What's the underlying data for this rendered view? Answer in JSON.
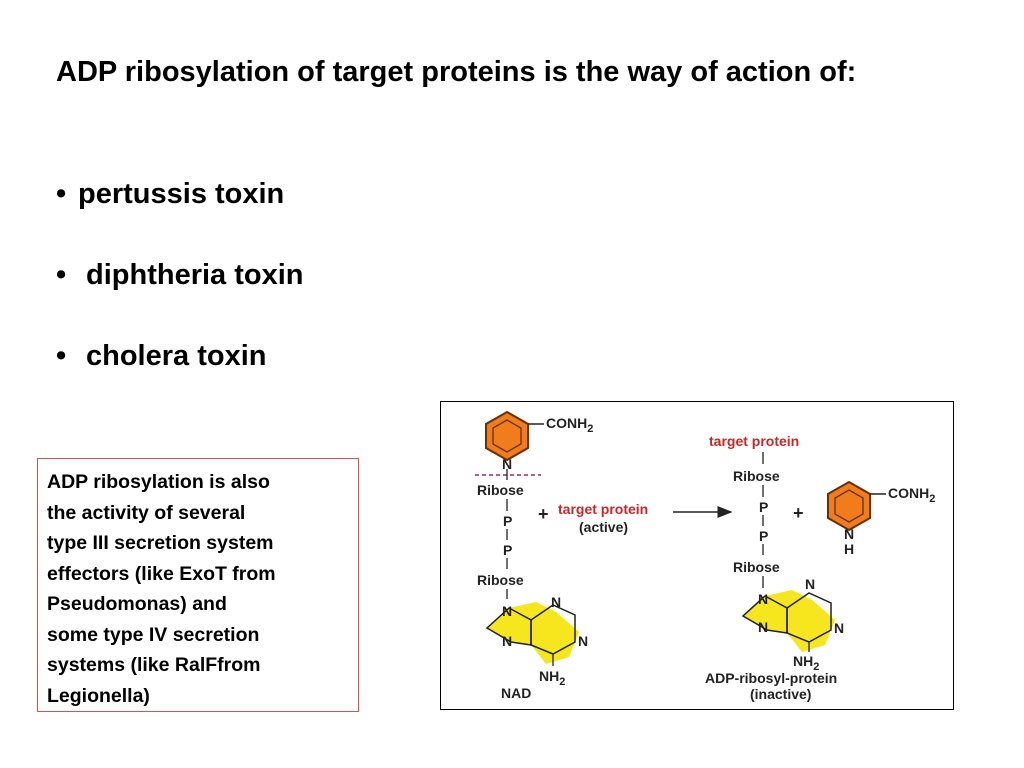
{
  "slide": {
    "heading": "ADP ribosylation of target proteins is the way of action of:",
    "bullets": [
      {
        "marker": "•",
        "text": "pertussis toxin"
      },
      {
        "marker": "•",
        "text": "diphtheria toxin"
      },
      {
        "marker": "•",
        "text": "cholera toxin"
      }
    ],
    "note": "ADP ribosylation is also\nthe activity of several\ntype III secretion system\neffectors (like ExoT from\nPseudomonas) and\nsome type IV secretion\nsystems (like RalFfrom\nLegionella)"
  },
  "diagram": {
    "conh": "CONH",
    "sub2": "2",
    "n": "N",
    "h": "H",
    "nh": "NH",
    "ribose": "Ribose",
    "p": "P",
    "plus": "+",
    "target_protein": "target protein",
    "active": "(active)",
    "nad": "NAD",
    "product_name": "ADP-ribosyl-protein",
    "inactive": "(inactive)",
    "colors": {
      "nicotinamide_ring": "#f07c1c",
      "adenine_ring": "#f5e61e",
      "label_red": "#c62828",
      "bond_cut": "#8e2b6e"
    }
  }
}
